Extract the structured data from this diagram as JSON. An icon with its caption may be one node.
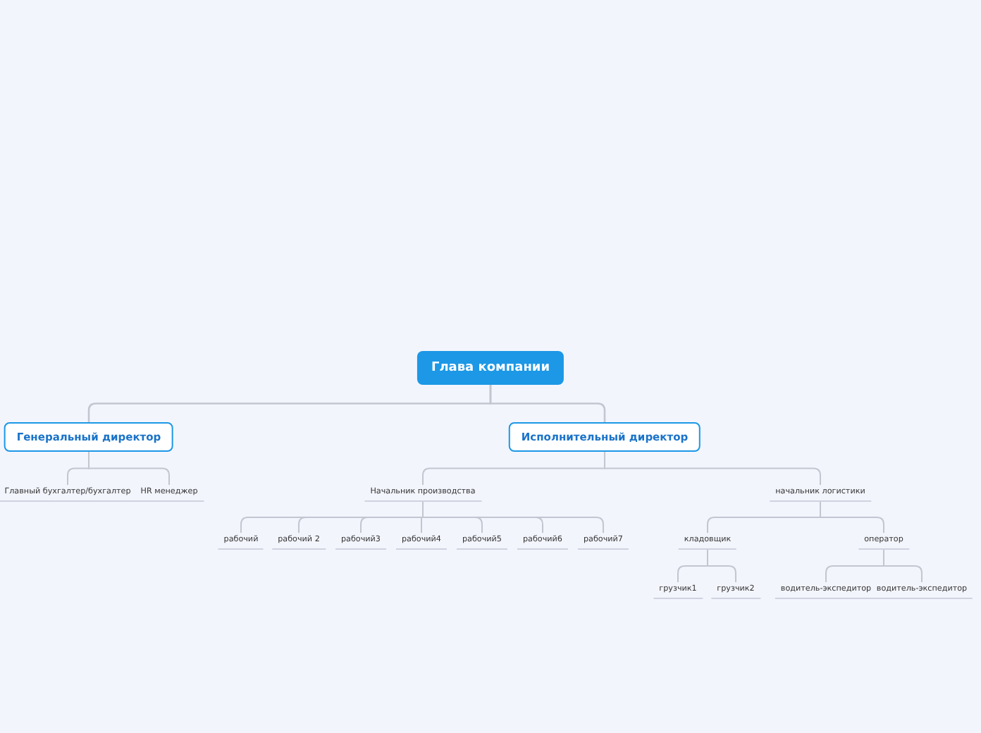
{
  "diagram": {
    "nodes": [
      {
        "text": [
          "Глава компании"
        ]
      },
      {
        "text": [
          "Генеральный директор"
        ]
      },
      {
        "text": [
          "Исполнительный директор"
        ]
      },
      {
        "text": [
          "Главный бухгалтер/бухгалтер"
        ]
      },
      {
        "text": [
          "HR менеджер"
        ]
      },
      {
        "text": [
          "Начальник производства"
        ]
      },
      {
        "text": [
          "начальник логистики"
        ]
      },
      {
        "text": [
          "рабочий"
        ]
      },
      {
        "text": [
          "рабочий 2"
        ]
      },
      {
        "text": [
          "рабочий3"
        ]
      },
      {
        "text": [
          "рабочий4"
        ]
      },
      {
        "text": [
          "рабочий5"
        ]
      },
      {
        "text": [
          "рабочий6"
        ]
      },
      {
        "text": [
          "рабочий7"
        ]
      },
      {
        "text": [
          "кладовщик"
        ]
      },
      {
        "text": [
          "оператор"
        ]
      },
      {
        "text": [
          "грузчик1"
        ]
      },
      {
        "text": [
          "грузчик2"
        ]
      },
      {
        "text": [
          "водитель-экспедитор"
        ]
      },
      {
        "text": [
          "водитель-экспедитор"
        ]
      }
    ],
    "edges": [
      {
        "from": 0,
        "to": 1,
        "arrow": "none"
      },
      {
        "from": 0,
        "to": 2,
        "arrow": "none"
      },
      {
        "from": 1,
        "to": 3,
        "arrow": "none"
      },
      {
        "from": 1,
        "to": 4,
        "arrow": "none"
      },
      {
        "from": 2,
        "to": 5,
        "arrow": "none"
      },
      {
        "from": 2,
        "to": 6,
        "arrow": "none"
      },
      {
        "from": 5,
        "to": 7,
        "arrow": "none"
      },
      {
        "from": 5,
        "to": 8,
        "arrow": "none"
      },
      {
        "from": 5,
        "to": 9,
        "arrow": "none"
      },
      {
        "from": 5,
        "to": 10,
        "arrow": "none"
      },
      {
        "from": 5,
        "to": 11,
        "arrow": "none"
      },
      {
        "from": 5,
        "to": 12,
        "arrow": "none"
      },
      {
        "from": 5,
        "to": 13,
        "arrow": "none"
      },
      {
        "from": 6,
        "to": 14,
        "arrow": "none"
      },
      {
        "from": 6,
        "to": 15,
        "arrow": "none"
      },
      {
        "from": 14,
        "to": 16,
        "arrow": "none"
      },
      {
        "from": 14,
        "to": 17,
        "arrow": "none"
      },
      {
        "from": 15,
        "to": 18,
        "arrow": "none"
      },
      {
        "from": 15,
        "to": 19,
        "arrow": "none"
      }
    ]
  }
}
